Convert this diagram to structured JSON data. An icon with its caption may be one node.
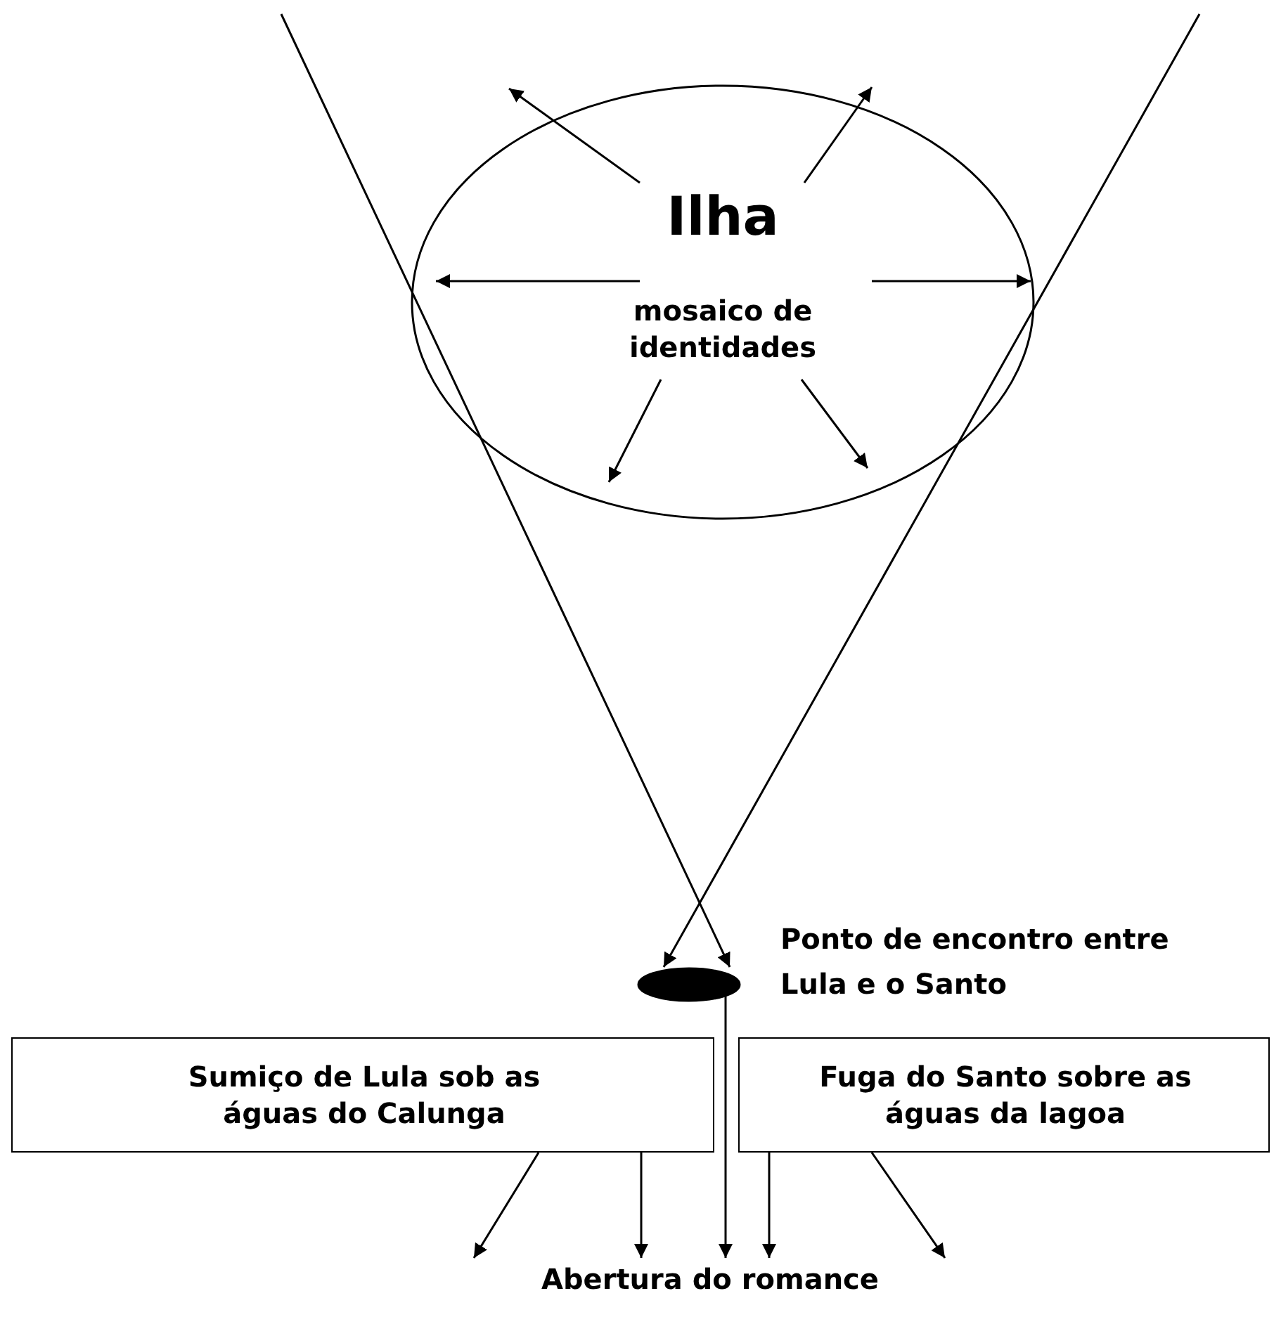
{
  "diagram": {
    "nodes": [
      {
        "text": [
          "Ilha",
          "mosaico de identidades"
        ]
      },
      {
        "text": [],
        "shape": "ellipse",
        "beside": [
          "Ponto de encontro entre Lula e o Santo"
        ]
      },
      {
        "text": [
          "Sumiço de Lula sob as águas do Calunga"
        ]
      },
      {
        "text": [
          "Fuga do Santo sobre as águas da lagoa"
        ]
      },
      {
        "text": [
          "Abertura do romance"
        ]
      }
    ],
    "edges": [
      {
        "from": null,
        "to": 1,
        "arrow": "to"
      },
      {
        "from": null,
        "to": 1,
        "arrow": "to"
      },
      {
        "from": 2,
        "to": 4,
        "arrow": "to"
      },
      {
        "from": 2,
        "to": 4,
        "arrow": "to"
      },
      {
        "from": 1,
        "to": 4,
        "arrow": "to"
      },
      {
        "from": 3,
        "to": 4,
        "arrow": "to"
      },
      {
        "from": 3,
        "to": 4,
        "arrow": "to"
      }
    ]
  }
}
